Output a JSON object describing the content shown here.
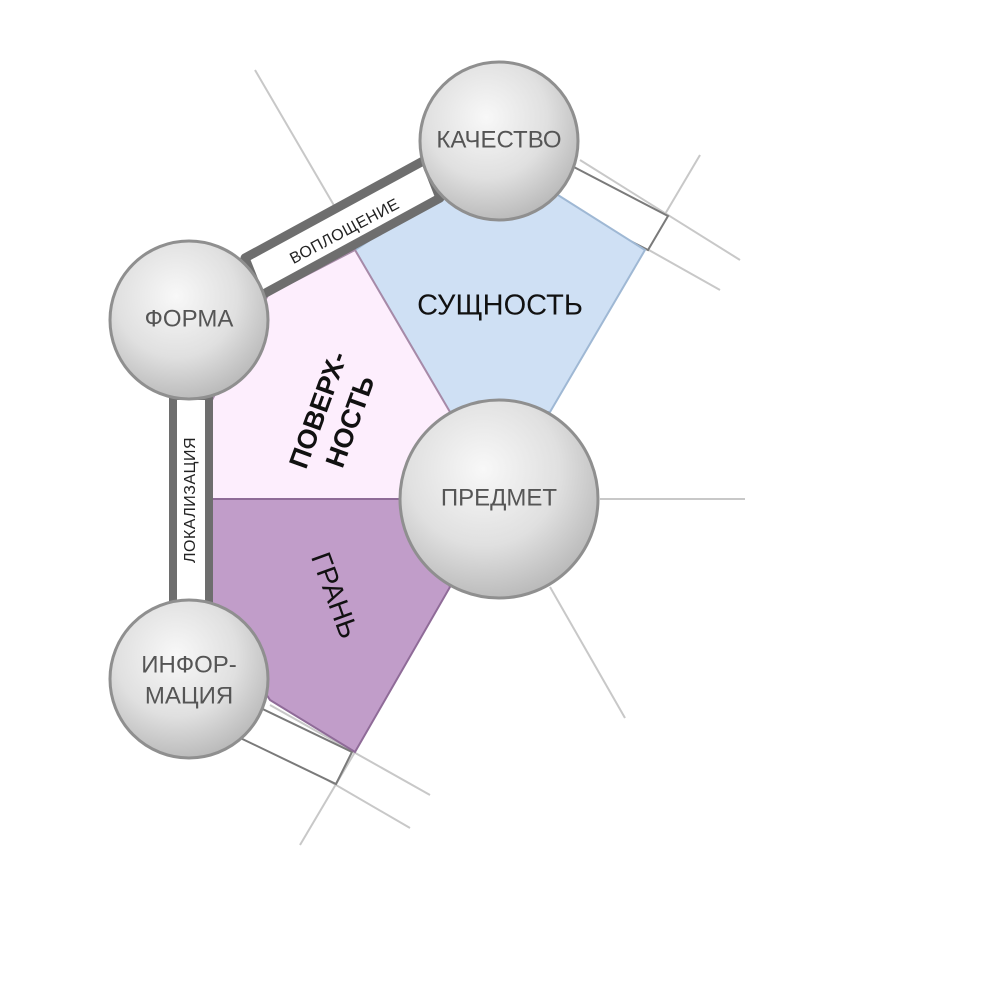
{
  "nodes": {
    "kachestvo": "КАЧЕСТВО",
    "forma": "ФОРМА",
    "predmet": "ПРЕДМЕТ",
    "informaciya_line1": "ИНФОР-",
    "informaciya_line2": "МАЦИЯ"
  },
  "regions": {
    "sushchnost": "СУЩНОСТЬ",
    "poverhnost_line1": "ПОВЕРХ-",
    "poverhnost_line2": "НОСТЬ",
    "gran": "ГРАНЬ"
  },
  "edges": {
    "voploshchenie": "ВОПЛОЩЕНИЕ",
    "lokalizaciya": "ЛОКАЛИЗАЦИЯ"
  },
  "colors": {
    "sushchnost": "#cfe0f4",
    "poverhnost": "#fdeefd",
    "gran": "#c19dc9",
    "sphere_light": "#f7f7f7",
    "sphere_dark": "#b8b8b8"
  }
}
